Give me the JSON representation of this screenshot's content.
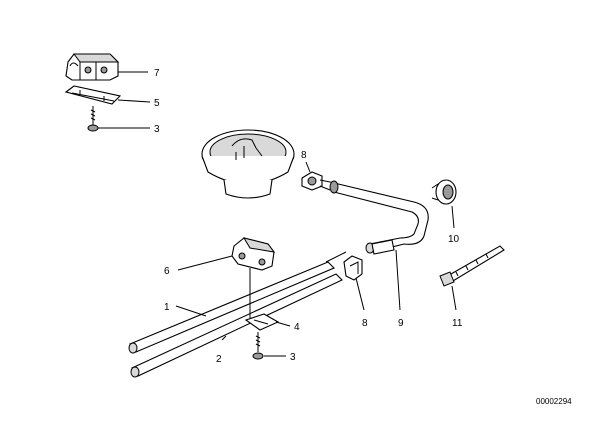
{
  "diagram": {
    "drawing_number": "00002294",
    "callouts": {
      "c7_top": "7",
      "c5": "5",
      "c3_top": "3",
      "c8_top": "8",
      "c10": "10",
      "c6": "6",
      "c1": "1",
      "c4": "4",
      "c2": "2",
      "c3_bottom": "3",
      "c8_bottom": "8",
      "c9": "9",
      "c11": "11"
    }
  }
}
